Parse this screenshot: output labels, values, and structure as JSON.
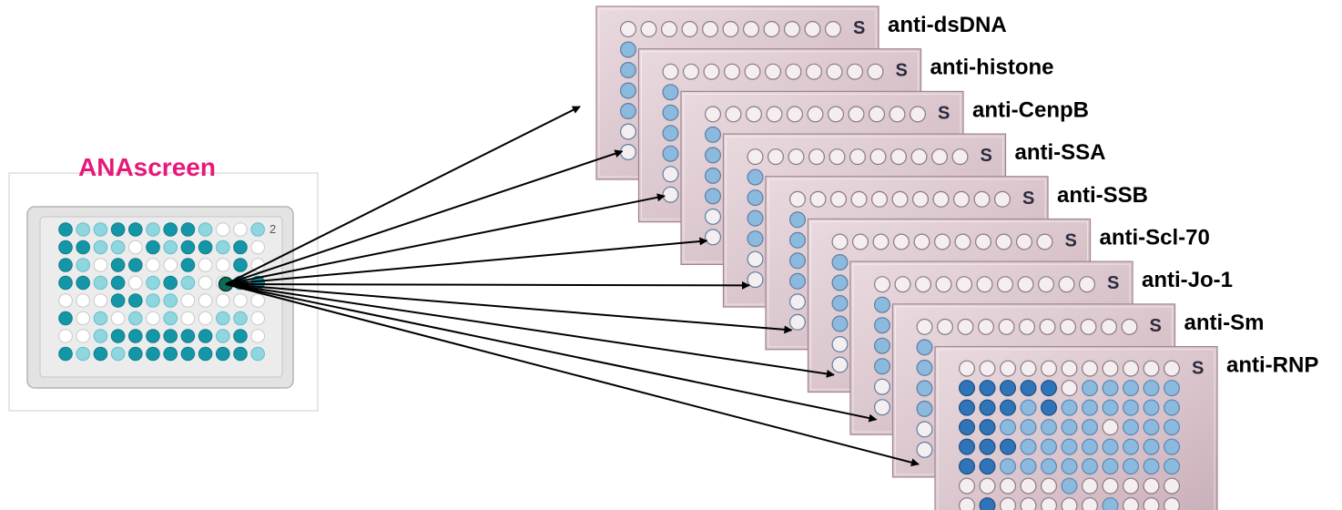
{
  "screen": {
    "title": "ANAscreen",
    "title_color": "#e6197a",
    "plate_corner_mark": "2",
    "grid": [
      "CccCCcCCc..c",
      "CCcc.CcCCcC.",
      "Cc.CC..C..C.",
      "CCcC.cCc..CC",
      "...CCcc.....",
      "C.c.c.c..cc.",
      "..cCCCCCCcC.",
      "CcCcCCCCCCCc"
    ],
    "highlight_well": "3,10"
  },
  "tests": [
    {
      "label": "anti-dsDNA"
    },
    {
      "label": "anti-histone"
    },
    {
      "label": "anti-CenpB"
    },
    {
      "label": "anti-SSA"
    },
    {
      "label": "anti-SSB"
    },
    {
      "label": "anti-Scl-70"
    },
    {
      "label": "anti-Jo-1"
    },
    {
      "label": "anti-Sm"
    },
    {
      "label": "anti-RNP"
    }
  ],
  "front_plate": {
    "logo": "S",
    "grid": [
      "...........",
      "BBBBB.bbbbb",
      "BBBbBbbbbbb",
      "BBbbbbb.bbb",
      "BBBbbbbbbbb",
      "BBbbbbbbbbb",
      ".....b.....",
      ".B.....b..."
    ]
  },
  "colors": {
    "cyan_strong": "#1596a6",
    "cyan_light": "#8fd6df",
    "blue_strong": "#2f74b8",
    "blue_light": "#8cb9de",
    "plate_pink": "#dcc8cf",
    "arrow": "#000000"
  }
}
